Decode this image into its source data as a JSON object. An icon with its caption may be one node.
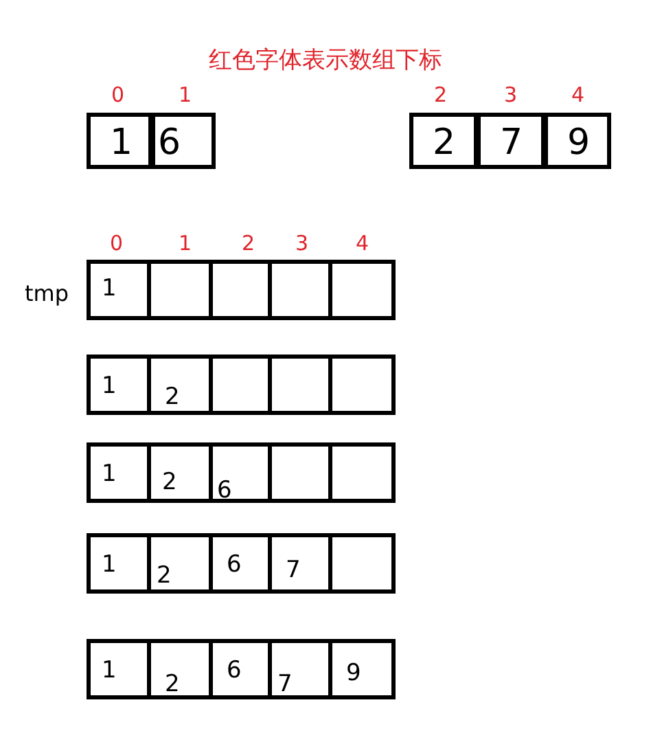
{
  "diagram": {
    "title": "红色字体表示数组下标",
    "nodes": [
      {
        "text": [
          "1"
        ]
      },
      {
        "text": [
          "6"
        ]
      },
      {
        "text": [
          "2"
        ]
      },
      {
        "text": [
          "7"
        ]
      },
      {
        "text": [
          "9"
        ]
      },
      {
        "text": [
          "1"
        ]
      },
      {
        "text": [],
        "shape": "box"
      },
      {
        "text": [],
        "shape": "box"
      },
      {
        "text": [],
        "shape": "box"
      },
      {
        "text": [],
        "shape": "box"
      },
      {
        "text": [
          "1"
        ]
      },
      {
        "text": [
          "2"
        ]
      },
      {
        "text": [],
        "shape": "box"
      },
      {
        "text": [],
        "shape": "box"
      },
      {
        "text": [],
        "shape": "box"
      },
      {
        "text": [
          "1"
        ]
      },
      {
        "text": [
          "2"
        ]
      },
      {
        "text": [
          "6"
        ]
      },
      {
        "text": [],
        "shape": "box"
      },
      {
        "text": [],
        "shape": "box"
      },
      {
        "text": [
          "1"
        ]
      },
      {
        "text": [
          "2"
        ]
      },
      {
        "text": [
          "6"
        ]
      },
      {
        "text": [
          "7"
        ]
      },
      {
        "text": [],
        "shape": "box"
      },
      {
        "text": [
          "1"
        ]
      },
      {
        "text": [
          "2"
        ]
      },
      {
        "text": [
          "6"
        ]
      },
      {
        "text": [
          "7"
        ]
      },
      {
        "text": [
          "9"
        ]
      }
    ],
    "labels": [
      "0",
      "1",
      "2",
      "3",
      "4",
      "0",
      "1",
      "2",
      "3",
      "4",
      "tmp"
    ]
  }
}
